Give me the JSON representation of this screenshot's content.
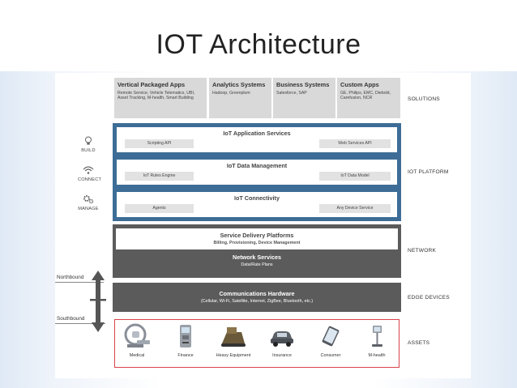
{
  "title": "IOT Architecture",
  "solutions": [
    {
      "heading": "Vertical Packaged Apps",
      "desc": "Remote Service, Vehicle Telematics, UBI, Asset Tracking, M-health, Smart Building"
    },
    {
      "heading": "Analytics Systems",
      "desc": "Hadoop, Greenplum"
    },
    {
      "heading": "Business Systems",
      "desc": "Salesforce, SAP"
    },
    {
      "heading": "Custom Apps",
      "desc": "GE, Philips, EMC, Diebold, Carefusion, NCR"
    }
  ],
  "right_labels": {
    "solutions": "SOLUTIONS",
    "platform": "IOT PLATFORM",
    "network": "NETWORK",
    "edge": "EDGE DEVICES",
    "assets": "ASSETS"
  },
  "platform_layers": [
    {
      "title": "IoT Application Services",
      "left_chip": "Scripting API",
      "right_chip": "Web Services API"
    },
    {
      "title": "IoT Data Management",
      "left_chip": "IoT Rules Engine",
      "right_chip": "IoT Data Model"
    },
    {
      "title": "IoT Connectivity",
      "left_chip": "Agents",
      "right_chip": "Any Device Service"
    }
  ],
  "side_icons": [
    {
      "icon": "lightbulb-icon",
      "label": "BUILD"
    },
    {
      "icon": "wireless-icon",
      "label": "CONNECT"
    },
    {
      "icon": "gears-icon",
      "label": "MANAGE"
    }
  ],
  "network": {
    "sdp_title": "Service Delivery Platforms",
    "sdp_sub": "Billing, Provisioning, Device Management",
    "ns_title": "Network Services",
    "ns_sub": "Data/Rate Plans"
  },
  "edge": {
    "title": "Communications Hardware",
    "sub": "(Cellular, Wi-Fi, Satellite, Internet, ZigBee, Bluetooth, etc.)"
  },
  "flow": {
    "northbound": "Northbound",
    "southbound": "Southbound"
  },
  "assets": [
    {
      "icon": "medical-scanner-icon",
      "label": "Medical"
    },
    {
      "icon": "atm-icon",
      "label": "Finance"
    },
    {
      "icon": "heavy-equipment-icon",
      "label": "Heavy Equipment"
    },
    {
      "icon": "car-icon",
      "label": "Insurance"
    },
    {
      "icon": "tablet-icon",
      "label": "Consumer"
    },
    {
      "icon": "health-monitor-icon",
      "label": "M-health"
    }
  ],
  "colors": {
    "platform_blue": "#3d6d96",
    "dark_band": "#5b5b5b",
    "solutions_gray": "#d9d9d9",
    "assets_border": "#d9434a"
  }
}
